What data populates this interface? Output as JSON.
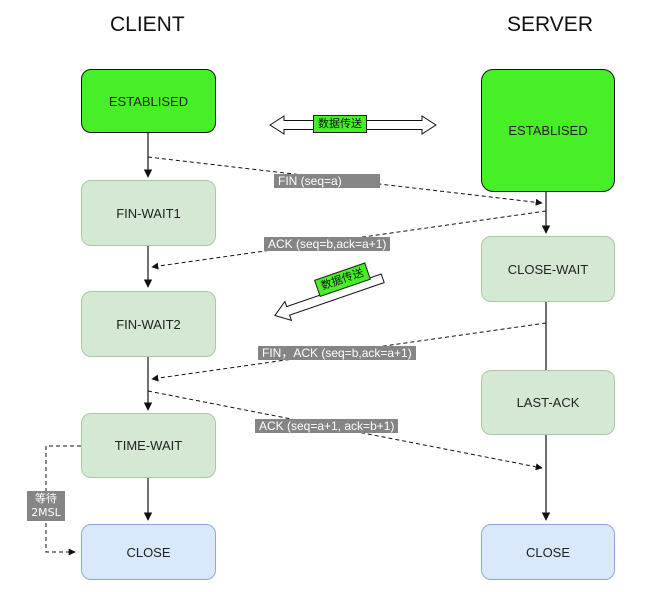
{
  "titles": {
    "client": "CLIENT",
    "server": "SERVER"
  },
  "client_states": {
    "established": "ESTABLISED",
    "fin_wait1": "FIN-WAIT1",
    "fin_wait2": "FIN-WAIT2",
    "time_wait": "TIME-WAIT",
    "close": "CLOSE"
  },
  "server_states": {
    "established": "ESTABLISED",
    "close_wait": "CLOSE-WAIT",
    "last_ack": "LAST-ACK",
    "close": "CLOSE"
  },
  "messages": {
    "fin": "FIN (seq=a)",
    "ack1": "ACK (seq=b,ack=a+1)",
    "fin_ack": "FIN，ACK (seq=b,ack=a+1)",
    "ack2": "ACK (seq=a+1, ack=b+1)"
  },
  "transfer_labels": {
    "both_ways": "数据传送",
    "one_way": "数据传送"
  },
  "wait_label": {
    "line1": "等待",
    "line2": "2MSL"
  },
  "colors": {
    "established": "#47f026",
    "pale_state": "#d5e8d4",
    "close_state": "#dae8fc",
    "message_label": "#858585"
  }
}
